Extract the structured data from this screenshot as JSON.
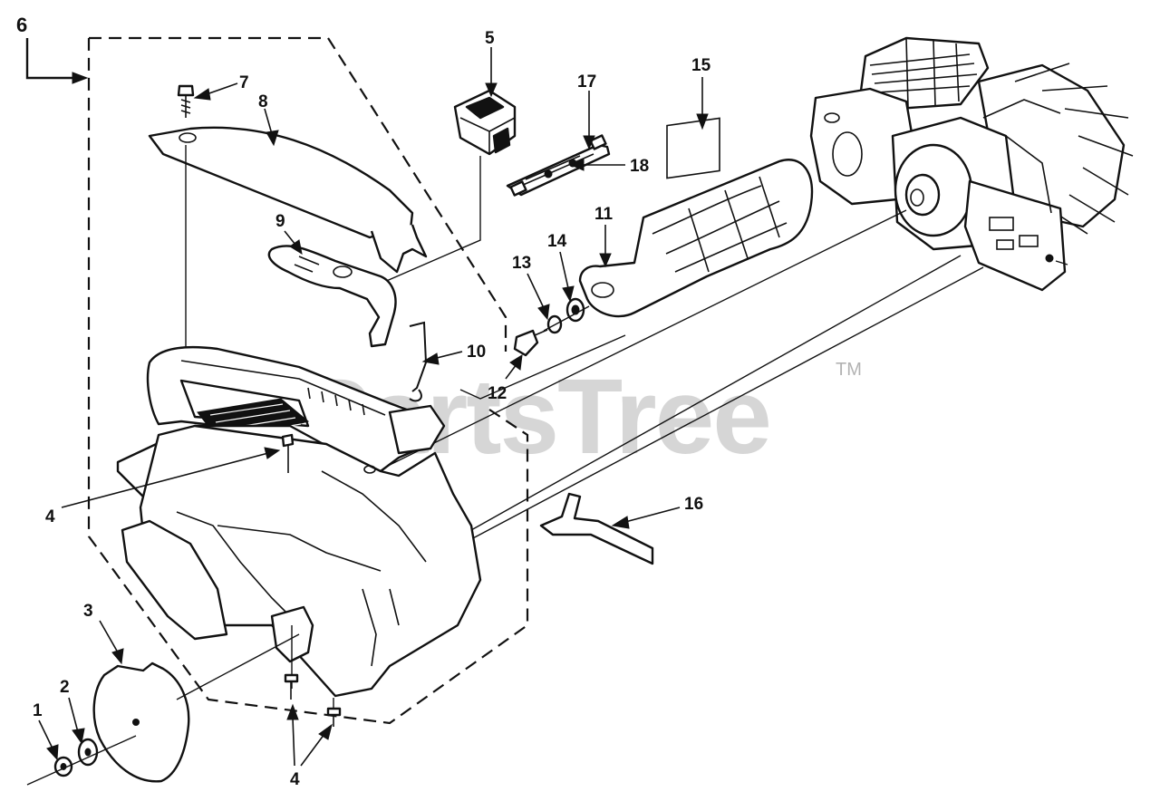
{
  "diagram": {
    "watermark": "PartsTree",
    "trademark": "TM",
    "callouts": [
      {
        "id": "c6",
        "label": "6"
      },
      {
        "id": "c7",
        "label": "7"
      },
      {
        "id": "c8",
        "label": "8"
      },
      {
        "id": "c9",
        "label": "9"
      },
      {
        "id": "c5",
        "label": "5"
      },
      {
        "id": "c17",
        "label": "17"
      },
      {
        "id": "c18",
        "label": "18"
      },
      {
        "id": "c15",
        "label": "15"
      },
      {
        "id": "c11",
        "label": "11"
      },
      {
        "id": "c14",
        "label": "14"
      },
      {
        "id": "c13",
        "label": "13"
      },
      {
        "id": "c10",
        "label": "10"
      },
      {
        "id": "c12",
        "label": "12"
      },
      {
        "id": "c16",
        "label": "16"
      },
      {
        "id": "c4a",
        "label": "4"
      },
      {
        "id": "c3",
        "label": "3"
      },
      {
        "id": "c2",
        "label": "2"
      },
      {
        "id": "c1",
        "label": "1"
      },
      {
        "id": "c4b",
        "label": "4"
      }
    ]
  }
}
